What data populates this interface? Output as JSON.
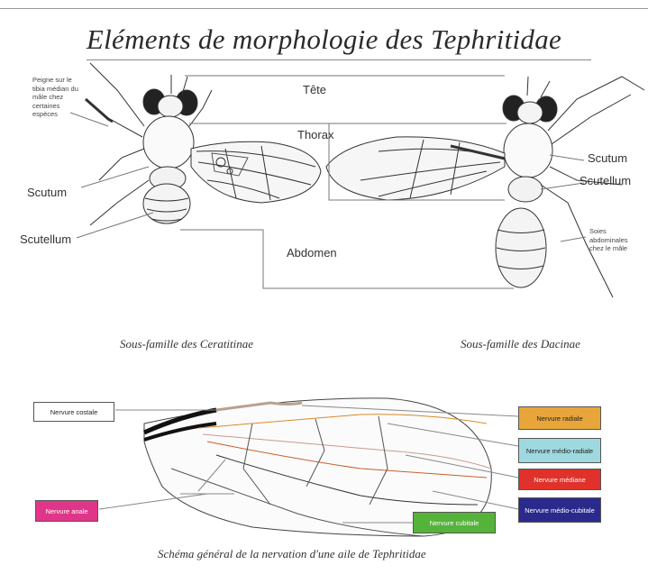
{
  "title": "Eléments de morphologie des Tephritidae",
  "labels": {
    "tete": "Tête",
    "thorax": "Thorax",
    "abdomen": "Abdomen",
    "scutum_left": "Scutum",
    "scutellum_left": "Scutellum",
    "scutum_right": "Scutum",
    "scutellum_right": "Scutellum",
    "peigne_note": "Peigne sur le tibia médian du mâle chez certaines espèces",
    "soies_note": "Soies abdominales chez le mâle"
  },
  "captions": {
    "ceratitinae": "Sous-famille des Ceratitinae",
    "dacinae": "Sous-famille des Dacinae",
    "wing_schema": "Schéma général de la nervation d'une aile de Tephritidae"
  },
  "wing_boxes": {
    "costale": {
      "label": "Nervure costale",
      "color": "#ffffff"
    },
    "radiale": {
      "label": "Nervure radiale",
      "color": "#e8a53a"
    },
    "medio_radiale": {
      "label": "Nervure médio-radiale",
      "color": "#9fd9e0"
    },
    "mediane": {
      "label": "Nervure médiane",
      "color": "#e0322a"
    },
    "medio_cubitale": {
      "label": "Nervure médio-cubitale",
      "color": "#2a2a8c"
    },
    "anale": {
      "label": "Nervure anale",
      "color": "#e0368a"
    },
    "cubitale": {
      "label": "Nervure cubitale",
      "color": "#55b33a"
    }
  },
  "icons": [
    "fly-ceratitinae",
    "fly-dacinae",
    "wing-venation"
  ]
}
